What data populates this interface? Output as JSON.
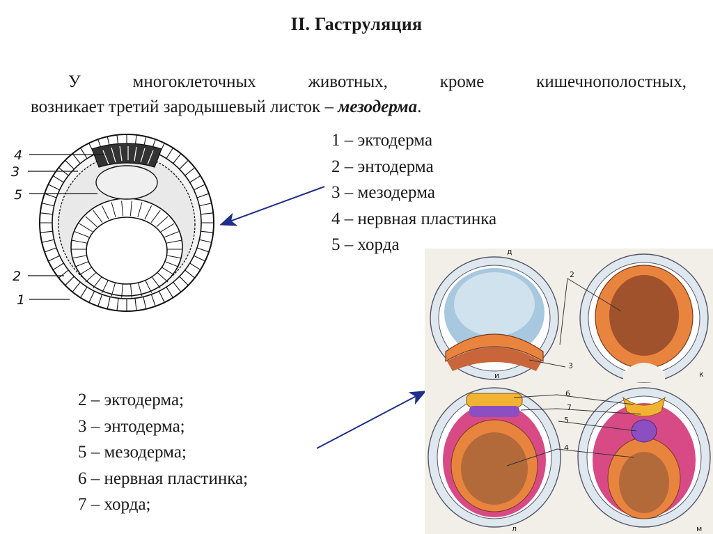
{
  "title": "II. Гаструляция",
  "intro": {
    "words": [
      "У",
      "многоклеточных",
      "животных,",
      "кроме",
      "кишечнополостных,"
    ],
    "line2_prefix": "возникает третий зародышевый листок – ",
    "term": "мезодерма",
    "line2_suffix": "."
  },
  "legend_top": [
    "1 – эктодерма",
    "2 – энтодерма",
    "3 – мезодерма",
    "4 – нервная пластинка",
    "5 – хорда"
  ],
  "legend_bottom": [
    "2 – эктодерма;",
    "3 – энтодерма;",
    "5 – мезодерма;",
    "6 – нервная пластинка;",
    "7 – хорда;"
  ],
  "diagram_left_labels": [
    "4",
    "3",
    "5",
    "2",
    "1"
  ],
  "photo_letters": {
    "top": "д",
    "i": "и",
    "k": "к",
    "l": "л",
    "m": "м"
  },
  "photo_numbers": [
    "2",
    "3",
    "6",
    "7",
    "5",
    "4"
  ],
  "colors": {
    "arrow": "#1f2f8a",
    "ectoderm": "#cfe0f2",
    "endoderm": "#e9843f",
    "mesoderm": "#d84a86",
    "neural_plate": "#f2b233",
    "notochord": "#8b4fc2",
    "cavity": "#c9844b"
  }
}
